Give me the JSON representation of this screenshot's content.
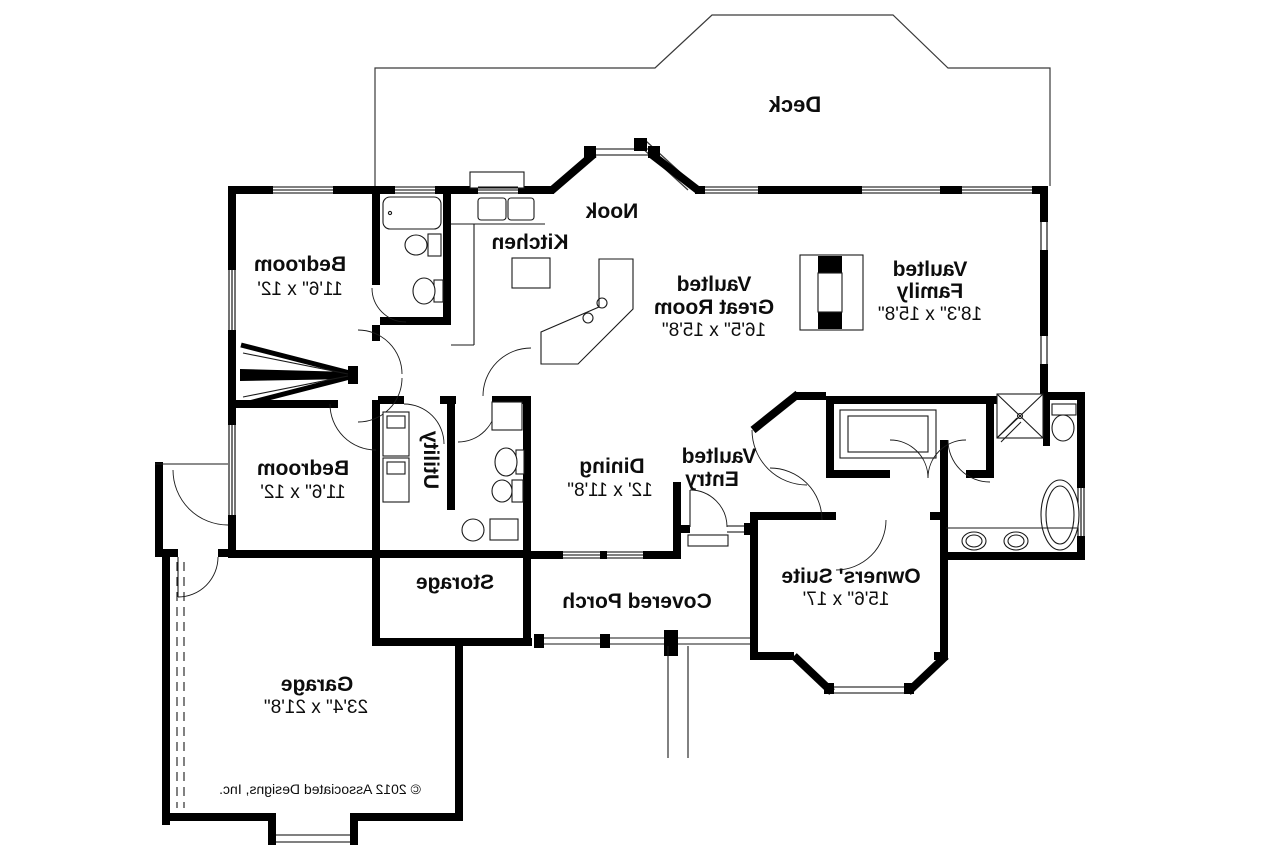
{
  "plan": {
    "mirrored": true,
    "copyright": "© 2012 Associated Designs, Inc.",
    "colors": {
      "walls": "#000000",
      "background": "#ffffff",
      "text": "#0d0d0d"
    },
    "rooms": [
      {
        "id": "deck",
        "name": "Deck",
        "dims": ""
      },
      {
        "id": "bedroom-upper",
        "name": "Bedroom",
        "dims": "11'6\" x 12'"
      },
      {
        "id": "nook",
        "name": "Nook",
        "dims": ""
      },
      {
        "id": "kitchen",
        "name": "Kitchen",
        "dims": ""
      },
      {
        "id": "great-room",
        "prefix": "Vaulted",
        "name": "Great Room",
        "dims": "16'5\" x 15'8\""
      },
      {
        "id": "family",
        "prefix": "Vaulted",
        "name": "Family",
        "dims": "18'3\" x 15'8\""
      },
      {
        "id": "utility",
        "name": "Utility",
        "dims": ""
      },
      {
        "id": "dining",
        "name": "Dining",
        "dims": "12' x 11'8\""
      },
      {
        "id": "entry",
        "prefix": "Vaulted",
        "name": "Entry",
        "dims": ""
      },
      {
        "id": "bedroom-lower",
        "name": "Bedroom",
        "dims": "11'6\" x 12'"
      },
      {
        "id": "storage",
        "name": "Storage",
        "dims": ""
      },
      {
        "id": "covered-porch",
        "name": "Covered Porch",
        "dims": ""
      },
      {
        "id": "owners-suite",
        "name": "Owners' Suite",
        "dims": "15'6\" x 17'"
      },
      {
        "id": "garage",
        "name": "Garage",
        "dims": "23'4\" x 21'8\""
      }
    ]
  }
}
